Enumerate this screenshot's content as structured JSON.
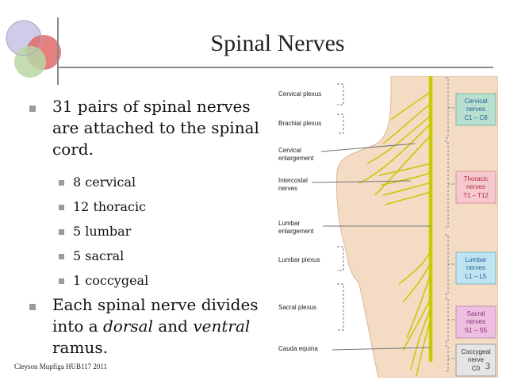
{
  "slide": {
    "title": "Spinal Nerves",
    "bullets": [
      {
        "text_lines": [
          "31 pairs of spinal nerves",
          "are attached to the spinal",
          "cord."
        ]
      },
      {
        "text_prefix": "Each spinal nerve divides",
        "text_line2_a": "into a ",
        "text_line2_dorsal": "dorsal",
        "text_line2_b": " and ",
        "text_line2_ventral": "ventral",
        "text_line3": "ramus."
      }
    ],
    "sub_bullets": [
      "8 cervical",
      "12 thoracic",
      "5 lumbar",
      "5 sacral",
      "1 coccygeal"
    ],
    "footer": "Cleyson Mupfiga HUB117 2011",
    "page_number": "3"
  },
  "figure": {
    "left_labels": [
      {
        "lines": [
          "Cervical plexus"
        ]
      },
      {
        "lines": [
          "Brachial plexus"
        ]
      },
      {
        "lines": [
          "Cervical",
          "enlargement"
        ]
      },
      {
        "lines": [
          "Intercostal",
          "nerves"
        ]
      },
      {
        "lines": [
          "Lumbar",
          "enlargement"
        ]
      },
      {
        "lines": [
          "Lumbar plexus"
        ]
      },
      {
        "lines": [
          "Sacral plexus"
        ]
      },
      {
        "lines": [
          "Cauda equina"
        ]
      }
    ],
    "boxes": [
      {
        "title": "Cervical",
        "sub": "nerves",
        "range": "C1 – C8",
        "color": "#b9e0cf"
      },
      {
        "title": "Thoracic",
        "sub": "nerves",
        "range": "T1 – T12",
        "color": "#f6c9cf"
      },
      {
        "title": "Lumbar",
        "sub": "nerves",
        "range": "L1 – L5",
        "color": "#bfe3ef"
      },
      {
        "title": "Sacral",
        "sub": "nerves",
        "range": "S1 – S5",
        "color": "#edbfe0"
      },
      {
        "title": "Coccygeal",
        "sub": "nerve",
        "range": "C0",
        "color": "#e4e4e4"
      }
    ]
  }
}
